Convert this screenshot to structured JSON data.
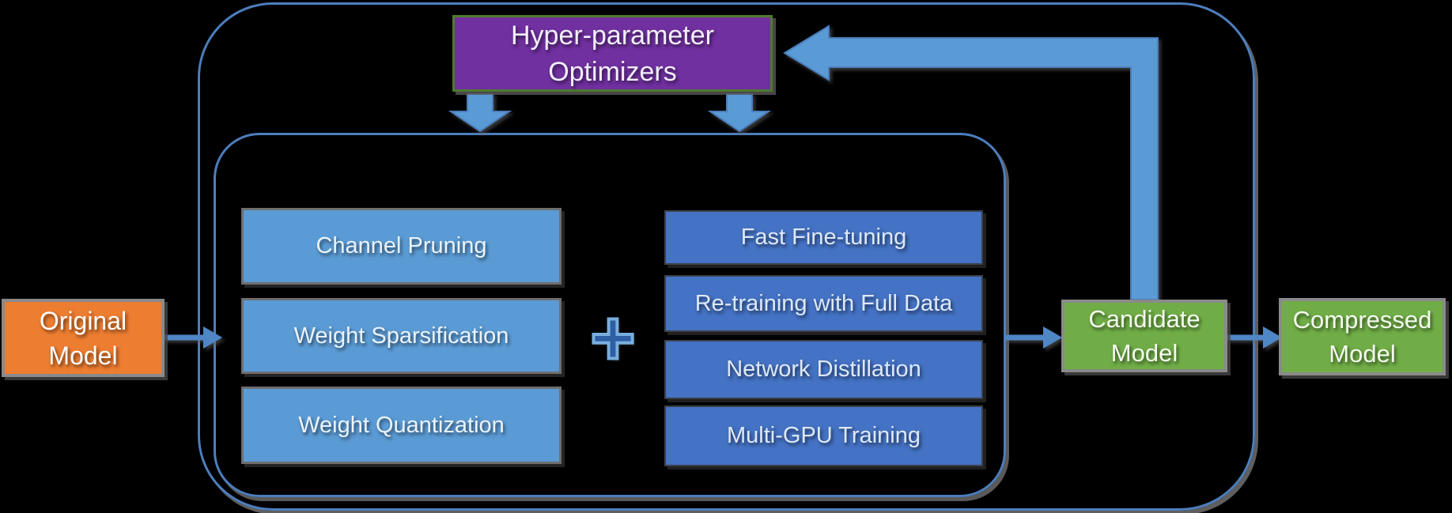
{
  "boxes": {
    "hyper_parameter_optimizers": {
      "label": "Hyper-parameter\nOptimizers"
    },
    "original_model": {
      "label": "Original\nModel"
    },
    "candidate_model": {
      "label": "Candidate\nModel"
    },
    "compressed_model": {
      "label": "Compressed\nModel"
    }
  },
  "compression_methods": [
    "Channel Pruning",
    "Weight Sparsification",
    "Weight Quantization"
  ],
  "training_methods": [
    "Fast Fine-tuning",
    "Re-training with Full Data",
    "Network Distillation",
    "Multi-GPU Training"
  ],
  "operators": {
    "plus_symbol": "+"
  },
  "icons": {
    "down_arrow_left": "block-arrow-down",
    "down_arrow_right": "block-arrow-down",
    "feedback_arrow": "elbow-block-arrow-left",
    "original_to_methods_arrow": "arrow-right",
    "methods_to_candidate_arrow": "arrow-right",
    "candidate_to_compressed_arrow": "arrow-right"
  },
  "colors": {
    "background": "#000000",
    "loop_border": "#4d7ebd",
    "block_arrow_fill": "#5B9BD5",
    "connector": "#4f86c6",
    "compression_box_fill": "#5B9BD5",
    "training_box_fill": "#4472C4",
    "optimizer_fill": "#7030A0",
    "optimizer_border": "#4f7a2e",
    "original_fill": "#ED7D31",
    "model_fill": "#70AD47",
    "gray_border": "#8a8a8a",
    "text": "#ffffff"
  }
}
